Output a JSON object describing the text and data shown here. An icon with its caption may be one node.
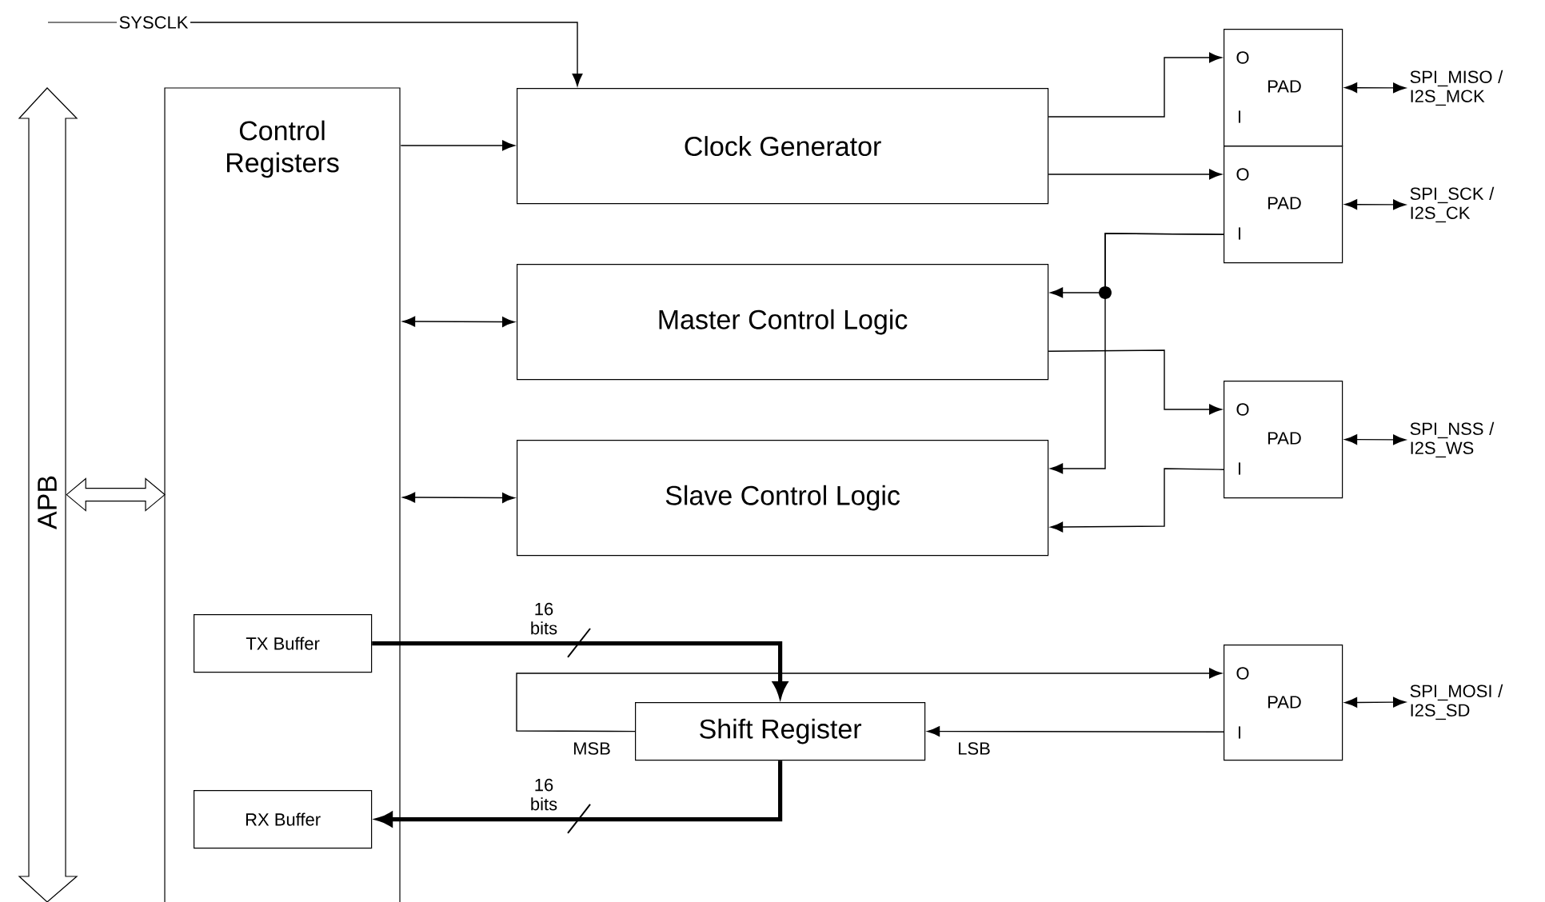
{
  "diagram": {
    "nodes": [
      {
        "text": [
          "APB"
        ]
      },
      {
        "text": [
          "Control Registers"
        ]
      },
      {
        "text": [
          "TX Buffer"
        ],
        "in": 1
      },
      {
        "text": [
          "RX Buffer"
        ],
        "in": 1
      },
      {
        "text": [
          "Clock Generator"
        ]
      },
      {
        "text": [
          "Master Control Logic"
        ]
      },
      {
        "text": [
          "Slave Control Logic"
        ]
      },
      {
        "text": [
          "Shift Register"
        ]
      },
      {
        "text": [
          "O",
          "PAD",
          "I"
        ]
      },
      {
        "text": [
          "O",
          "PAD",
          "I"
        ]
      },
      {
        "text": [
          "O",
          "PAD",
          "I"
        ]
      },
      {
        "text": [
          "O",
          "PAD",
          "I"
        ]
      },
      {
        "text": [
          "SYSCLK"
        ]
      },
      {
        "text": [
          "SPI_MISO / I2S_MCK"
        ]
      },
      {
        "text": [
          "SPI_SCK / I2S_CK"
        ]
      },
      {
        "text": [
          "SPI_NSS / I2S_WS"
        ]
      },
      {
        "text": [
          "SPI_MOSI / I2S_SD"
        ]
      }
    ],
    "edges": [
      {
        "from": 0,
        "to": 1,
        "arrow": "both",
        "style": "thick"
      },
      {
        "from": 12,
        "to": 4,
        "arrow": "to"
      },
      {
        "from": 1,
        "to": 4,
        "arrow": "to"
      },
      {
        "from": 1,
        "to": 5,
        "arrow": "both"
      },
      {
        "from": 1,
        "to": 6,
        "arrow": "both"
      },
      {
        "from": 4,
        "to": 8,
        "arrow": "to"
      },
      {
        "from": 4,
        "to": 9,
        "arrow": "to"
      },
      {
        "from": 9,
        "to": 5,
        "arrow": "to"
      },
      {
        "from": 9,
        "to": 6,
        "arrow": "to"
      },
      {
        "from": 5,
        "to": 10,
        "arrow": "to"
      },
      {
        "from": 10,
        "to": 6,
        "arrow": "to"
      },
      {
        "from": 2,
        "to": 7,
        "arrow": "to",
        "style": "thick",
        "label": "16 bits"
      },
      {
        "from": 7,
        "to": 3,
        "arrow": "to",
        "style": "thick",
        "label": "16 bits"
      },
      {
        "from": 7,
        "to": 11,
        "arrow": "to",
        "label": "MSB"
      },
      {
        "from": 11,
        "to": 7,
        "arrow": "to",
        "label": "LSB"
      },
      {
        "from": 8,
        "to": 13,
        "arrow": "both"
      },
      {
        "from": 9,
        "to": 14,
        "arrow": "both"
      },
      {
        "from": 10,
        "to": 15,
        "arrow": "both"
      },
      {
        "from": 11,
        "to": 16,
        "arrow": "both"
      }
    ]
  }
}
